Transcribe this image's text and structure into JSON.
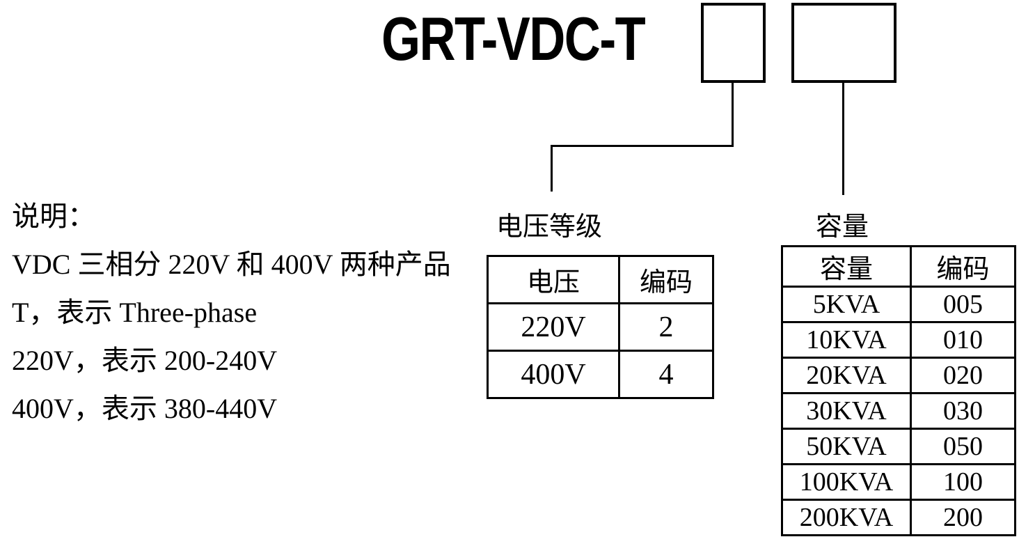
{
  "page": {
    "background_color": "#ffffff",
    "ink_color": "#000000"
  },
  "title": "GRT-VDC-T",
  "notes": {
    "heading": "说明：",
    "lines": [
      "VDC 三相分 220V 和 400V 两种产品",
      "T，表示 Three-phase",
      "220V，表示 200-240V",
      "400V，表示 380-440V"
    ]
  },
  "voltage_section": {
    "label": "电压等级",
    "table": {
      "headers": [
        "电压",
        "编码"
      ],
      "rows": [
        [
          "220V",
          "2"
        ],
        [
          "400V",
          "4"
        ]
      ]
    }
  },
  "capacity_section": {
    "label": "容量",
    "table": {
      "headers": [
        "容量",
        "编码"
      ],
      "rows": [
        [
          "5KVA",
          "005"
        ],
        [
          "10KVA",
          "010"
        ],
        [
          "20KVA",
          "020"
        ],
        [
          "30KVA",
          "030"
        ],
        [
          "50KVA",
          "050"
        ],
        [
          "100KVA",
          "100"
        ],
        [
          "200KVA",
          "200"
        ]
      ]
    }
  }
}
